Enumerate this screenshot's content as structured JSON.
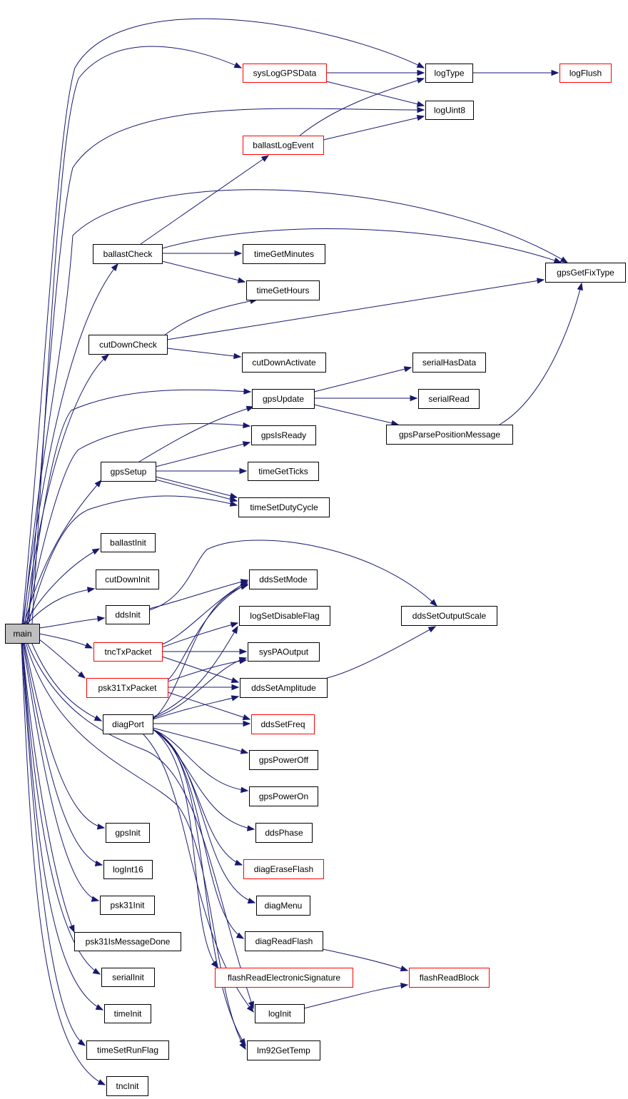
{
  "colors": {
    "edge": "#191970",
    "node_border": "#000000",
    "linked_node_border": "#ff0000",
    "root_fill": "#bfbfbf",
    "node_fill": "#ffffff"
  },
  "nodes": {
    "main": "main",
    "logType": "logType",
    "logFlush": "logFlush",
    "sysLogGPSData": "sysLogGPSData",
    "logUint8": "logUint8",
    "ballastLogEvent": "ballastLogEvent",
    "ballastCheck": "ballastCheck",
    "timeGetMinutes": "timeGetMinutes",
    "gpsGetFixType": "gpsGetFixType",
    "timeGetHours": "timeGetHours",
    "cutDownCheck": "cutDownCheck",
    "cutDownActivate": "cutDownActivate",
    "serialHasData": "serialHasData",
    "gpsUpdate": "gpsUpdate",
    "serialRead": "serialRead",
    "gpsParsePositionMessage": "gpsParsePositionMessage",
    "gpsIsReady": "gpsIsReady",
    "gpsSetup": "gpsSetup",
    "timeGetTicks": "timeGetTicks",
    "timeSetDutyCycle": "timeSetDutyCycle",
    "ballastInit": "ballastInit",
    "cutDownInit": "cutDownInit",
    "ddsSetMode": "ddsSetMode",
    "ddsInit": "ddsInit",
    "logSetDisableFlag": "logSetDisableFlag",
    "ddsSetOutputScale": "ddsSetOutputScale",
    "tncTxPacket": "tncTxPacket",
    "sysPAOutput": "sysPAOutput",
    "psk31TxPacket": "psk31TxPacket",
    "ddsSetAmplitude": "ddsSetAmplitude",
    "diagPort": "diagPort",
    "ddsSetFreq": "ddsSetFreq",
    "gpsPowerOff": "gpsPowerOff",
    "gpsPowerOn": "gpsPowerOn",
    "ddsPhase": "ddsPhase",
    "gpsInit": "gpsInit",
    "diagEraseFlash": "diagEraseFlash",
    "logInt16": "logInt16",
    "diagMenu": "diagMenu",
    "psk31Init": "psk31Init",
    "diagReadFlash": "diagReadFlash",
    "psk31IsMessageDone": "psk31IsMessageDone",
    "serialInit": "serialInit",
    "flashReadElectronicSignature": "flashReadElectronicSignature",
    "flashReadBlock": "flashReadBlock",
    "timeInit": "timeInit",
    "logInit": "logInit",
    "timeSetRunFlag": "timeSetRunFlag",
    "lm92GetTemp": "lm92GetTemp",
    "tncInit": "tncInit"
  }
}
